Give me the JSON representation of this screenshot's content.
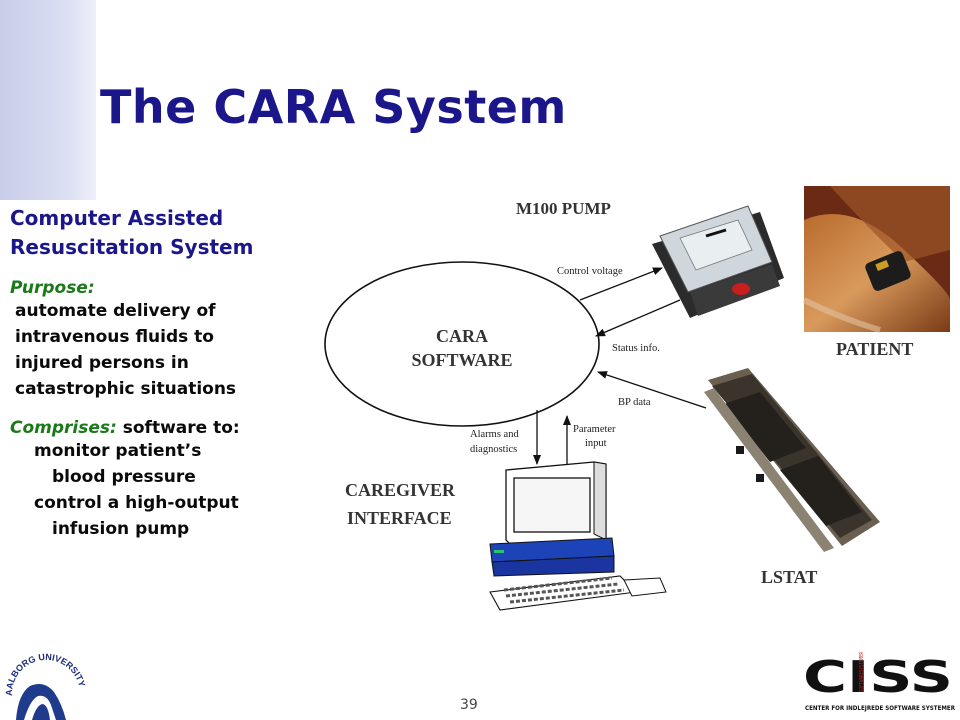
{
  "slide": {
    "title": "The CARA System",
    "subtitle_lines": [
      "Computer Assisted",
      "Resuscitation System"
    ],
    "purpose": {
      "label": "Purpose:",
      "lines": [
        "automate delivery of",
        "intravenous fluids to",
        "injured persons in",
        "catastrophic situations"
      ]
    },
    "comprises": {
      "label": "Comprises:",
      "suffix": "software to:",
      "items": [
        {
          "line1": "monitor patient’s",
          "line2": "blood pressure"
        },
        {
          "line1": "control a high-output",
          "line2": "infusion pump"
        }
      ]
    },
    "page_number": "39"
  },
  "diagram": {
    "core": {
      "line1": "CARA",
      "line2": "SOFTWARE"
    },
    "pump_label": "M100 PUMP",
    "patient_label": "PATIENT",
    "lstat_label": "LSTAT",
    "caregiver": {
      "line1": "CAREGIVER",
      "line2": "INTERFACE"
    },
    "flows": {
      "control_voltage": "Control voltage",
      "status_info": "Status info.",
      "bp_data": "BP data",
      "alarms_line1": "Alarms and",
      "alarms_line2": "diagnostics",
      "parameter_line1": "Parameter",
      "parameter_line2": "input"
    }
  },
  "logos": {
    "aalborg": "AALBORG UNIVERSITY",
    "ciss_mark": "CISS",
    "ciss_vertical": "SOFTWARESYSTEMER",
    "ciss_caption": "CENTER FOR INDLEJREDE SOFTWARE SYSTEMER"
  }
}
